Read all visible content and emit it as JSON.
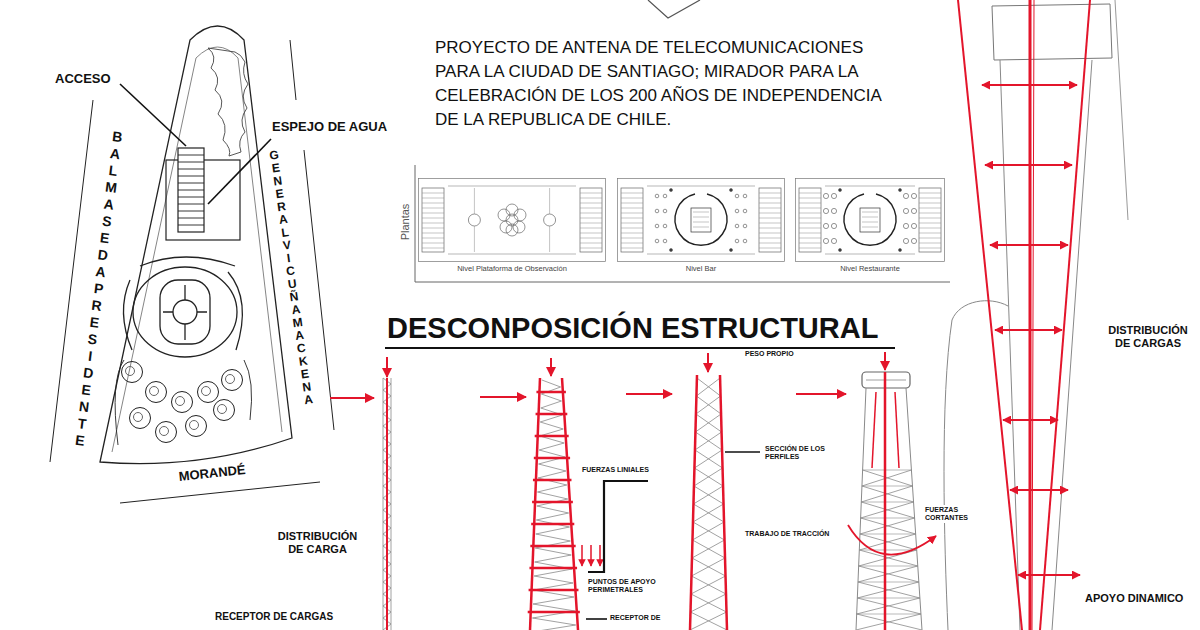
{
  "diagram": {
    "title": "PROYECTO DE ANTENA DE TELECOMUNICACIONES PARA LA CIUDAD DE SANTIAGO; MIRADOR PARA LA CELEBRACIÓN DE LOS 200 AÑOS DE INDEPENDENCIA DE LA REPUBLICA DE CHILE.",
    "nodes": [
      {
        "text": [
          "Nivel Plataforma de Observación"
        ]
      },
      {
        "text": [
          "Nivel Bar"
        ]
      },
      {
        "text": [
          "Nivel Restaurante"
        ]
      }
    ],
    "labels": [
      "ACCESO",
      "ESPEJO DE AGUA",
      "BALMASEDA PRESIDENTE",
      "GENERAL VICUÑA MACKENA",
      "MORANDÉ",
      "Plantas",
      "DESCONPOSICIÓN ESTRUCTURAL",
      "PESO PROPIO",
      "DISTRIBUCIÓN DE CARGA",
      "RECEPTOR DE CARGAS",
      "FUERZAS LINIALES",
      "PUNTOS DE APOYO PERIMETRALES",
      "RECEPTOR DE",
      "SECCIÓN DE LOS PERFILES",
      "TRABAJO DE TRACCIÓN",
      "FUERZAS CORTANTES",
      "DISTRIBUCIÓN DE CARGAS",
      "APOYO DINAMICO"
    ]
  }
}
